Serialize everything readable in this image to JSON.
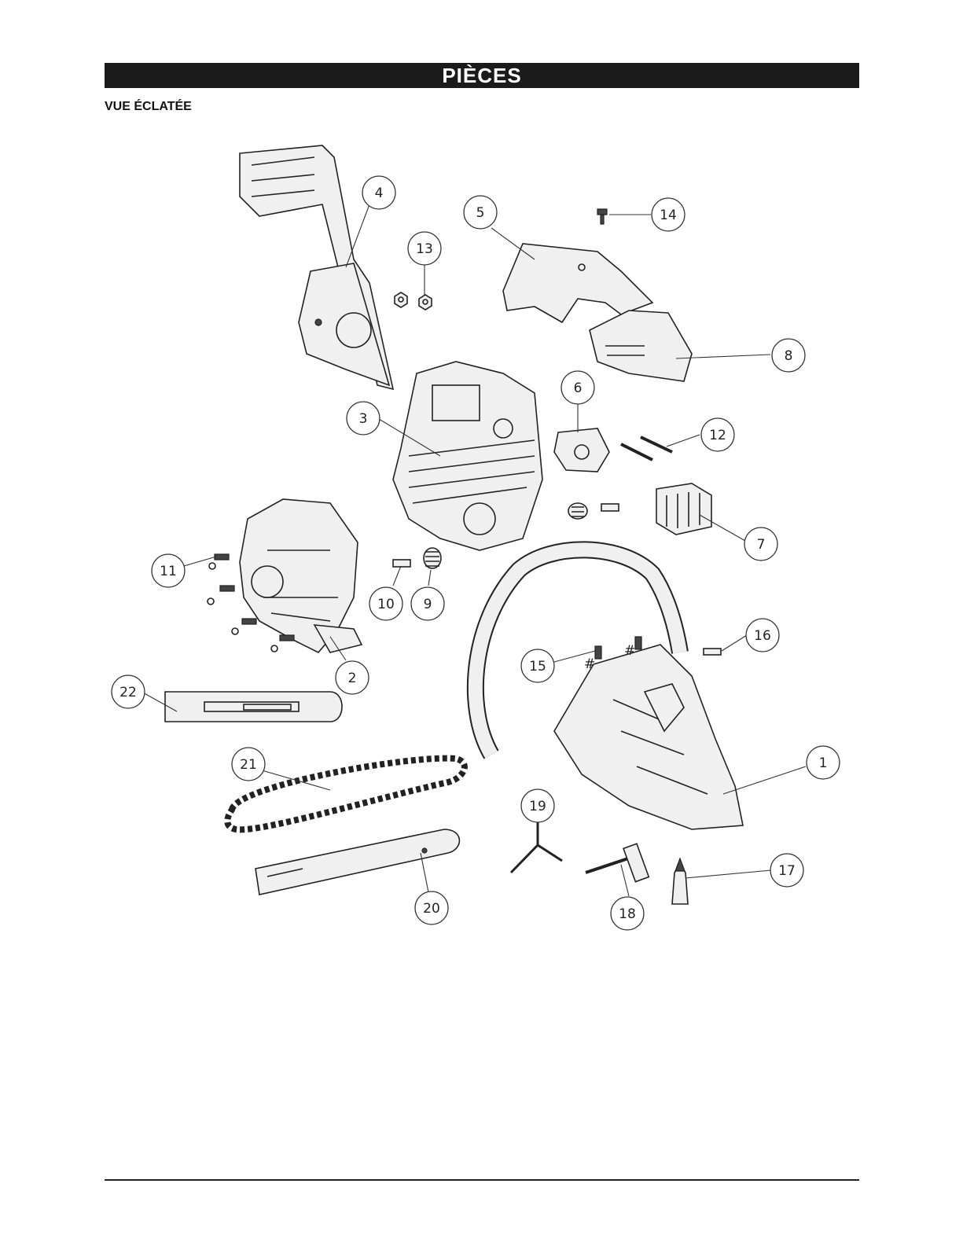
{
  "header": {
    "title": "PIÈCES"
  },
  "section": {
    "subtitle": "VUE ÉCLATÉE"
  },
  "callouts": [
    {
      "id": "c1",
      "label": "1"
    },
    {
      "id": "c2",
      "label": "2"
    },
    {
      "id": "c3",
      "label": "3"
    },
    {
      "id": "c4",
      "label": "4"
    },
    {
      "id": "c5",
      "label": "5"
    },
    {
      "id": "c6",
      "label": "6"
    },
    {
      "id": "c7",
      "label": "7"
    },
    {
      "id": "c8",
      "label": "8"
    },
    {
      "id": "c9",
      "label": "9"
    },
    {
      "id": "c10",
      "label": "10"
    },
    {
      "id": "c11",
      "label": "11"
    },
    {
      "id": "c12",
      "label": "12"
    },
    {
      "id": "c13",
      "label": "13"
    },
    {
      "id": "c14",
      "label": "14"
    },
    {
      "id": "c15",
      "label": "15"
    },
    {
      "id": "c16",
      "label": "16"
    },
    {
      "id": "c17",
      "label": "17"
    },
    {
      "id": "c18",
      "label": "18"
    },
    {
      "id": "c19",
      "label": "19"
    },
    {
      "id": "c20",
      "label": "20"
    },
    {
      "id": "c21",
      "label": "21"
    },
    {
      "id": "c22",
      "label": "22"
    }
  ],
  "markers": {
    "hash": "#"
  }
}
